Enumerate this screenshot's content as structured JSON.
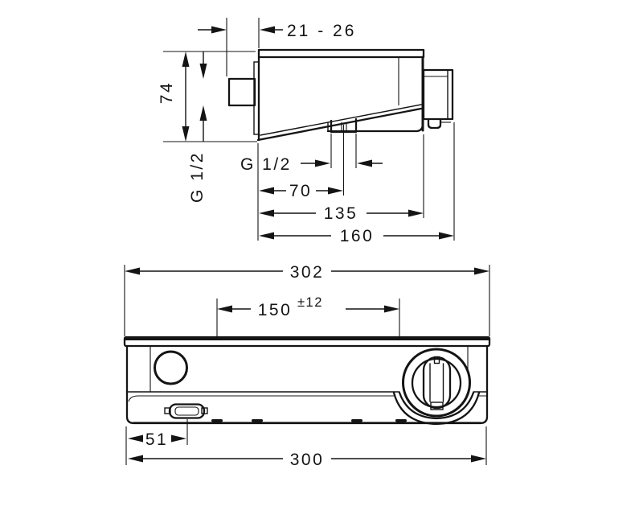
{
  "colors": {
    "background": "#ffffff",
    "line": "#141414"
  },
  "side_view": {
    "dim_wall_distance": "21 - 26",
    "dim_height": "74",
    "inlet_thread": "G 1/2",
    "outlet_thread": "G 1/2",
    "dim_outlet_offset": "70",
    "dim_body_depth": "135",
    "dim_total_depth": "160"
  },
  "front_view": {
    "dim_shelf_width": "302",
    "dim_connection_spacing": "150",
    "dim_connection_tolerance": "±12",
    "dim_drain_offset": "51",
    "dim_body_width": "300"
  }
}
